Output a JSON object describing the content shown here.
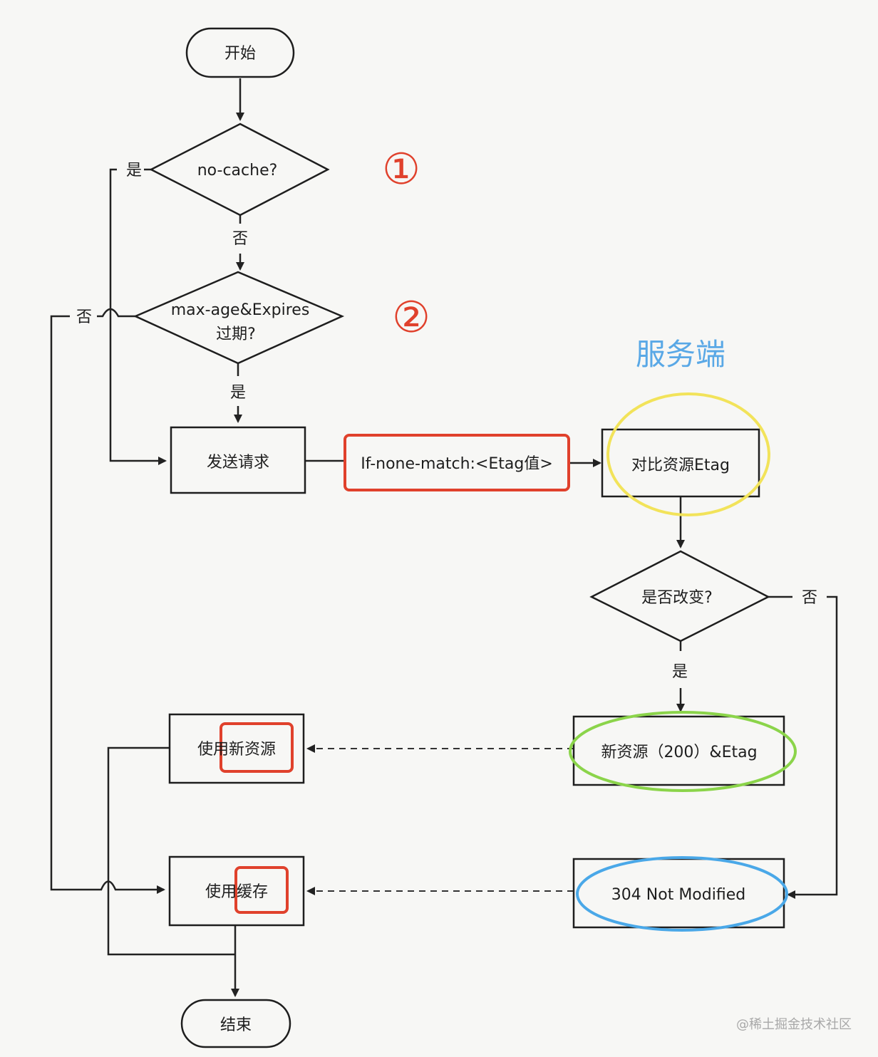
{
  "nodes": {
    "start": "开始",
    "no_cache": "no-cache?",
    "max_age_line1": "max-age&Expires",
    "max_age_line2": "过期?",
    "send_request": "发送请求",
    "request_header": "If-none-match:<Etag值>",
    "compare_etag": "对比资源Etag",
    "changed": "是否改变?",
    "new_resource": "新资源（200）&Etag",
    "not_modified": "304 Not Modified",
    "use_new": "使用新资源",
    "use_cache": "使用缓存",
    "end": "结束"
  },
  "labels": {
    "yes": "是",
    "no": "否"
  },
  "annotations": {
    "marker_1": "①",
    "marker_2": "②",
    "server_side": "服务端"
  },
  "colors": {
    "red_highlight": "#e0412c",
    "yellow_circle": "#f2e35a",
    "green_circle": "#8bd44a",
    "blue_circle": "#4aa8e8",
    "server_text": "#59a8e6"
  },
  "watermark": "@稀土掘金技术社区"
}
